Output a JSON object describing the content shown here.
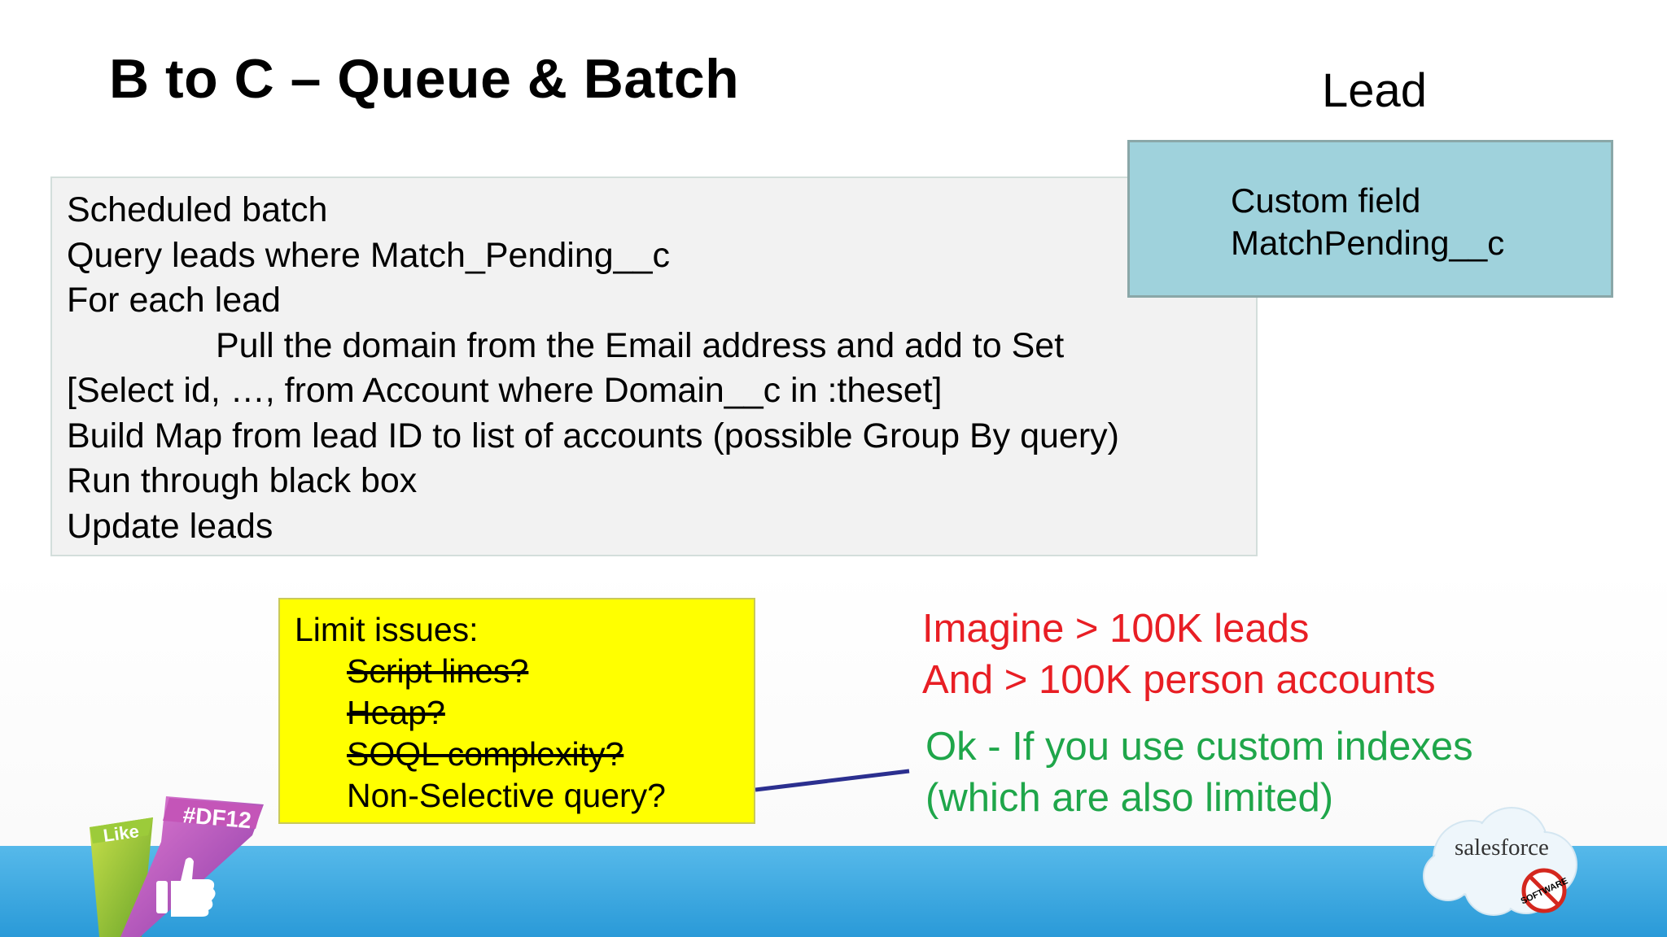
{
  "slide": {
    "title": "B to C – Queue & Batch",
    "lead_label": "Lead"
  },
  "steps": {
    "lines": [
      "Scheduled batch",
      "Query leads where Match_Pending__c",
      "For each lead",
      "Pull the domain from the Email address and add to Set",
      "[Select id, …, from Account where Domain__c in :theset]",
      "Build Map from lead ID to list of accounts (possible Group By query)",
      "Run through black box",
      "Update leads"
    ]
  },
  "lead_field": {
    "line1": "Custom field",
    "line2": "MatchPending__c"
  },
  "limits": {
    "heading": "Limit issues:",
    "items": [
      "Script lines?",
      "Heap?",
      "SOQL complexity?",
      "Non-Selective query?"
    ],
    "struck": [
      true,
      true,
      true,
      false
    ]
  },
  "notes": {
    "red": [
      "Imagine > 100K leads",
      "And > 100K person accounts"
    ],
    "green": [
      "Ok - If you use custom indexes",
      "(which are also limited)"
    ]
  },
  "logos": {
    "event_tag": "#DF12",
    "like": "Like",
    "brand": "salesforce",
    "brand_sub": "SOFTWARE"
  },
  "colors": {
    "steps_box_bg": "#f2f2f2",
    "field_box_bg": "#9fd2dc",
    "limit_box_bg": "#ffff00",
    "red_text": "#e81e24",
    "green_text": "#1fa64a",
    "connector": "#2b2f8f",
    "footer": "#3aa8e0"
  }
}
